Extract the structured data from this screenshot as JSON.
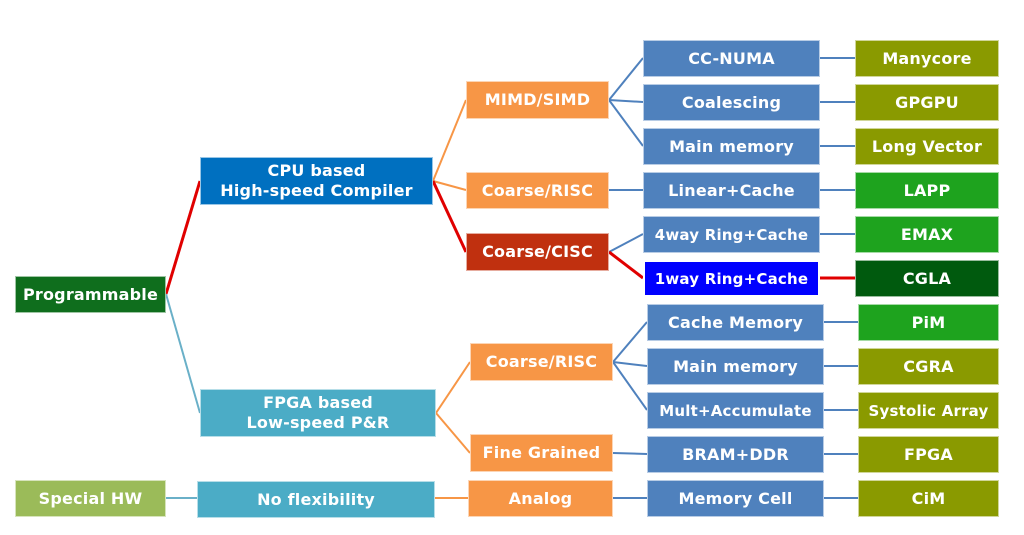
{
  "colors": {
    "green_dark": "#0f6e1d",
    "green_light": "#9bbb59",
    "blue_mid": "#0070c0",
    "teal": "#4bacc6",
    "orange": "#f79646",
    "red_orange": "#c0300f",
    "steel": "#4f81bd",
    "blue_bright": "#0000ff",
    "olive": "#8a9a00",
    "green": "#1ea31e",
    "green_deep": "#005a0e",
    "line_red": "#e00000",
    "line_teal": "#6ab0c8",
    "line_orange": "#f79646",
    "line_steel": "#4f81bd"
  },
  "nodes": {
    "programmable": "Programmable",
    "special_hw": "Special HW",
    "cpu_based": "CPU based\nHigh-speed Compiler",
    "fpga_based": "FPGA based\nLow-speed P&R",
    "no_flexibility": "No flexibility",
    "mimd_simd": "MIMD/SIMD",
    "coarse_risc_cpu": "Coarse/RISC",
    "coarse_cisc": "Coarse/CISC",
    "coarse_risc_fpga": "Coarse/RISC",
    "fine_grained": "Fine Grained",
    "analog": "Analog",
    "cc_numa": "CC-NUMA",
    "coalescing": "Coalescing",
    "main_memory_cpu": "Main memory",
    "linear_cache": "Linear+Cache",
    "four_way_ring": "4way Ring+Cache",
    "one_way_ring": "1way Ring+Cache",
    "cache_memory": "Cache Memory",
    "main_memory_fpga": "Main memory",
    "mult_accumulate": "Mult+Accumulate",
    "bram_ddr": "BRAM+DDR",
    "memory_cell": "Memory Cell",
    "manycore": "Manycore",
    "gpgpu": "GPGPU",
    "long_vector": "Long Vector",
    "lapp": "LAPP",
    "emax": "EMAX",
    "cgla": "CGLA",
    "pim": "PiM",
    "cgra": "CGRA",
    "systolic_array": "Systolic Array",
    "fpga": "FPGA",
    "cim": "CiM"
  }
}
